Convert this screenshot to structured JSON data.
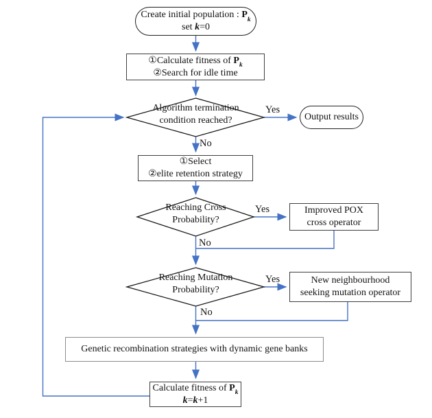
{
  "colors": {
    "arrow": "#4472C4",
    "box_border": "#3d3d3d",
    "diamond_border": "#1a1a1a",
    "genetic_box_border": "#8a8a8a"
  },
  "nodes": {
    "start": {
      "l1a": "Create initial population : ",
      "l1b": "P",
      "l1c": "k",
      "l2a": "set ",
      "l2b": "k",
      "l2c": "=0"
    },
    "fitness1": {
      "l1a": "①Calculate fitness of ",
      "l1b": "P",
      "l1c": "k",
      "l2": "②Search for idle time"
    },
    "termination": {
      "l1": "Algorithm termination",
      "l2": "condition reached?"
    },
    "output": {
      "label": "Output results"
    },
    "select": {
      "l1": "①Select",
      "l2": "②elite retention strategy"
    },
    "cross": {
      "l1": "Reaching Cross",
      "l2": "Probability?"
    },
    "pox": {
      "l1": "Improved POX",
      "l2": "cross operator"
    },
    "mutation": {
      "l1": "Reaching Mutation",
      "l2": "Probability?"
    },
    "neighbourhood": {
      "l1": "New neighbourhood",
      "l2": "seeking mutation operator"
    },
    "genetic": {
      "label": "Genetic recombination strategies with dynamic gene banks"
    },
    "fitness2": {
      "l1a": "Calculate fitness of ",
      "l1b": "P",
      "l1c": "k",
      "l2a": "k",
      "l2b": "=",
      "l2c": "k",
      "l2d": "+1"
    }
  },
  "edge_labels": {
    "yes1": "Yes",
    "no1": "No",
    "yes2": "Yes",
    "no2": "No",
    "yes3": "Yes",
    "no3": "No"
  }
}
